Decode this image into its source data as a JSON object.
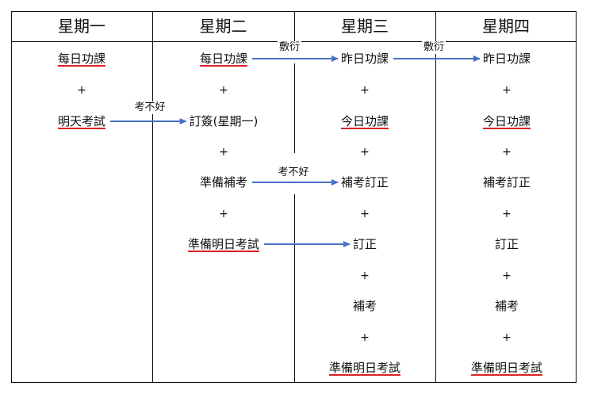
{
  "headers": [
    "星期一",
    "星期二",
    "星期三",
    "星期四"
  ],
  "cells": [
    {
      "id": "c0",
      "text": "每日功課",
      "underline": true
    },
    {
      "id": "c1",
      "text": "+",
      "underline": false
    },
    {
      "id": "c2",
      "text": "明天考試",
      "underline": true
    },
    {
      "id": "c3",
      "text": "每日功課",
      "underline": true
    },
    {
      "id": "c4",
      "text": "+",
      "underline": false
    },
    {
      "id": "c5",
      "text": "訂簽(星期一)",
      "underline": false
    },
    {
      "id": "c6",
      "text": "+",
      "underline": false
    },
    {
      "id": "c7",
      "text": "準備補考",
      "underline": false
    },
    {
      "id": "c8",
      "text": "+",
      "underline": false
    },
    {
      "id": "c9",
      "text": "準備明日考試",
      "underline": true
    },
    {
      "id": "c10",
      "text": "昨日功課",
      "underline": false
    },
    {
      "id": "c11",
      "text": "+",
      "underline": false
    },
    {
      "id": "c12",
      "text": "今日功課",
      "underline": true
    },
    {
      "id": "c13",
      "text": "+",
      "underline": false
    },
    {
      "id": "c14",
      "text": "補考訂正",
      "underline": false
    },
    {
      "id": "c15",
      "text": "+",
      "underline": false
    },
    {
      "id": "c16",
      "text": "訂正",
      "underline": false
    },
    {
      "id": "c17",
      "text": "+",
      "underline": false
    },
    {
      "id": "c18",
      "text": "補考",
      "underline": false
    },
    {
      "id": "c19",
      "text": "+",
      "underline": false
    },
    {
      "id": "c20",
      "text": "準備明日考試",
      "underline": true
    },
    {
      "id": "c21",
      "text": "昨日功課",
      "underline": false
    },
    {
      "id": "c22",
      "text": "+",
      "underline": false
    },
    {
      "id": "c23",
      "text": "今日功課",
      "underline": true
    },
    {
      "id": "c24",
      "text": "+",
      "underline": false
    },
    {
      "id": "c25",
      "text": "補考訂正",
      "underline": false
    },
    {
      "id": "c26",
      "text": "+",
      "underline": false
    },
    {
      "id": "c27",
      "text": "訂正",
      "underline": false
    },
    {
      "id": "c28",
      "text": "+",
      "underline": false
    },
    {
      "id": "c29",
      "text": "補考",
      "underline": false
    },
    {
      "id": "c30",
      "text": "+",
      "underline": false
    },
    {
      "id": "c31",
      "text": "準備明日考試",
      "underline": true
    }
  ],
  "arrows": [
    {
      "id": "a0",
      "from": "c2",
      "to": "c5",
      "label": "考不好"
    },
    {
      "id": "a1",
      "from": "c3",
      "to": "c10",
      "label": "敷衍"
    },
    {
      "id": "a2",
      "from": "c10",
      "to": "c21",
      "label": "敷衍"
    },
    {
      "id": "a3",
      "from": "c7",
      "to": "c14",
      "label": "考不好"
    },
    {
      "id": "a4",
      "from": "c9",
      "to": "c16",
      "label": ""
    }
  ],
  "colors": {
    "arrow": "#4472c4",
    "underline": "#dd2222",
    "line": "#111111"
  }
}
